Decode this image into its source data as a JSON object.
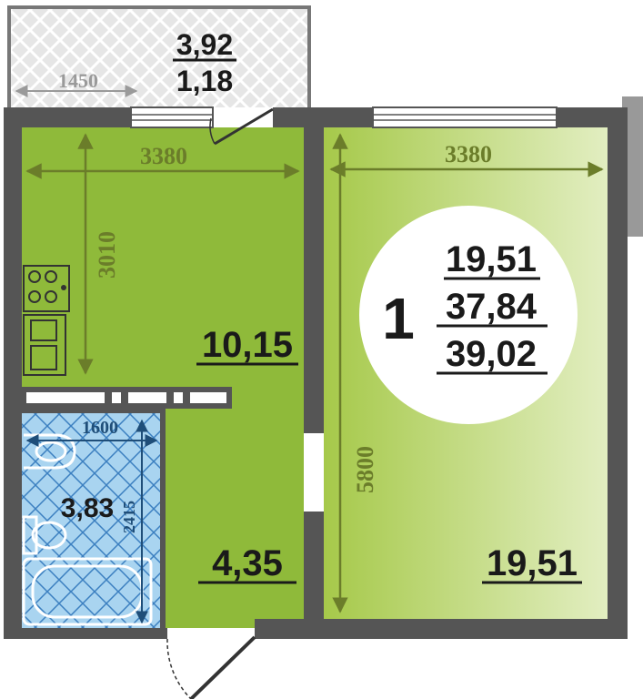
{
  "apartment": {
    "rooms_count": "1",
    "living_area": "19,51",
    "total_area": "37,84",
    "total_area_with_balcony": "39,02"
  },
  "balcony": {
    "area": "3,92",
    "reduced_area": "1,18",
    "width_dim": "1450"
  },
  "kitchen": {
    "area": "10,15",
    "width_dim": "3380",
    "depth_dim": "3010"
  },
  "living_room": {
    "area": "19,51",
    "width_dim": "3380",
    "depth_dim": "5800"
  },
  "bathroom": {
    "area": "3,83",
    "width_dim": "1600",
    "depth_dim": "2415"
  },
  "hallway": {
    "area": "4,35"
  },
  "colors": {
    "kitchen_green": "#8fba3a",
    "room_green_light": "#d6e8a8",
    "bath_blue": "#a9d4f0",
    "wall": "#555555",
    "dim_line": "#6b7d2a",
    "bath_dim": "#1f4e79"
  }
}
